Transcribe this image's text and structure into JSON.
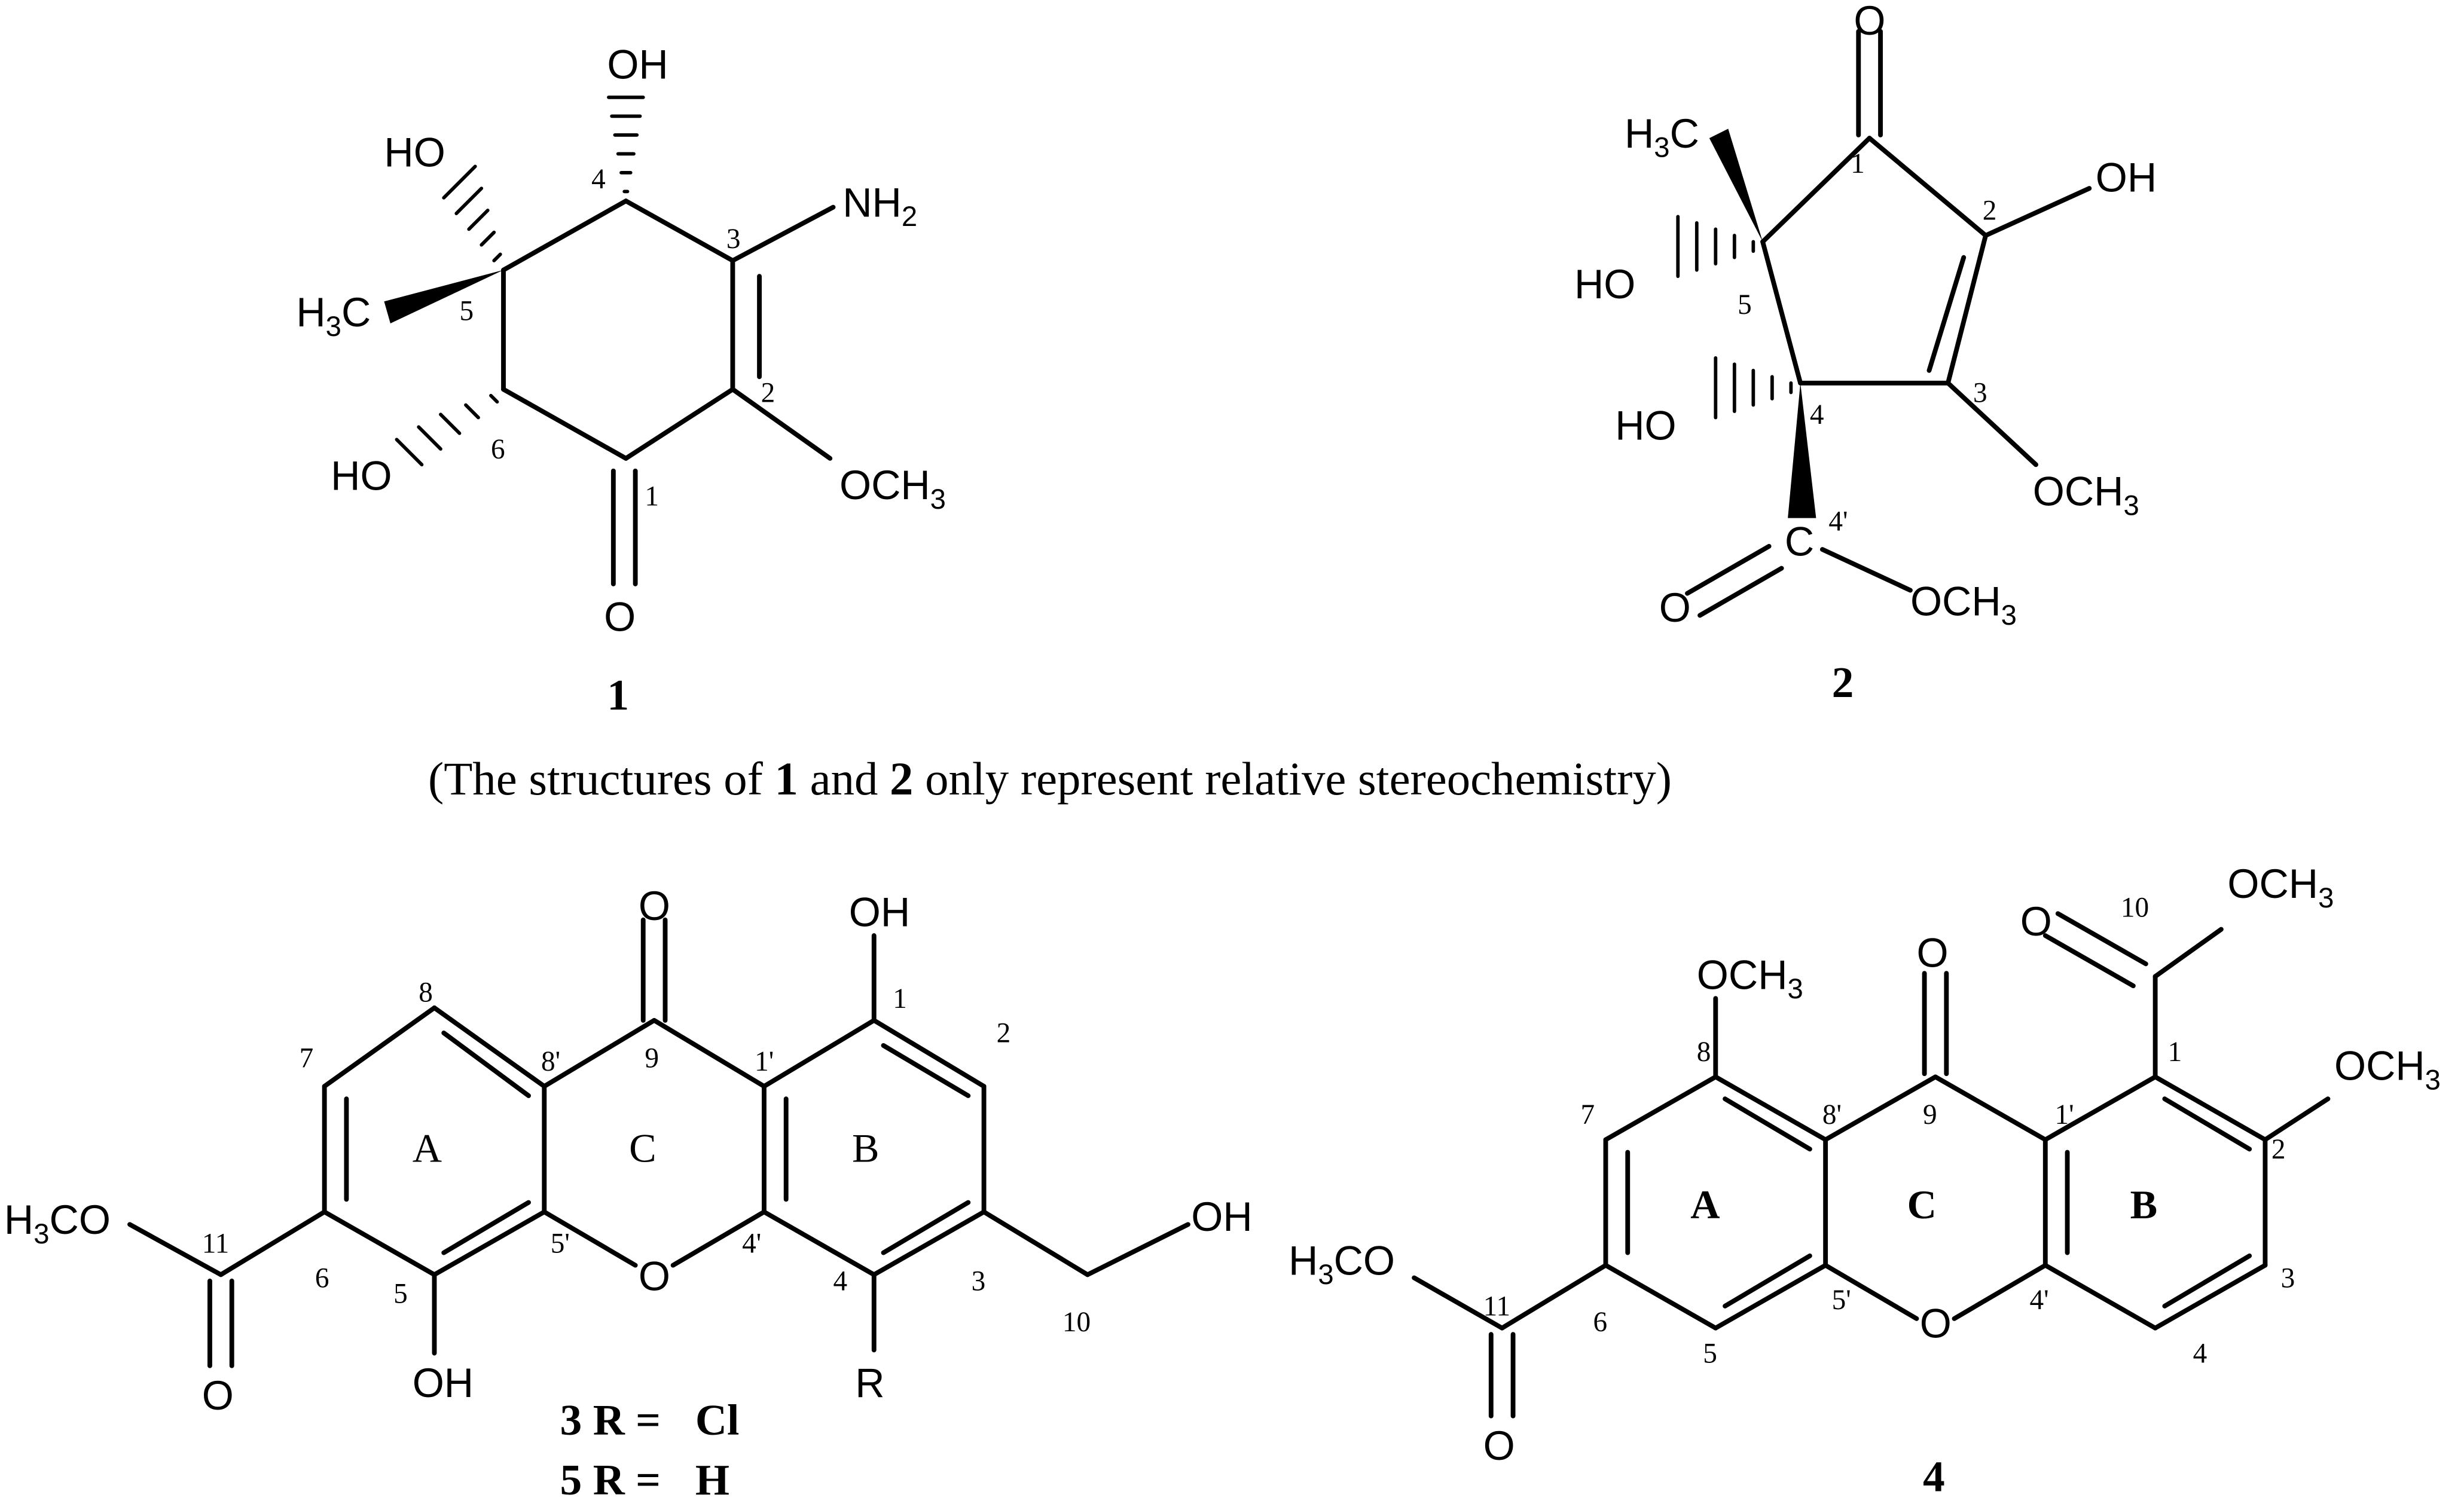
{
  "caption": "(The structures of 1 and 2 only represent relative stereochemistry)",
  "caption_parts": {
    "pre": "(The structures of ",
    "n1": "1",
    "mid": " and ",
    "n2": "2",
    "post": " only represent relative stereochemistry)"
  },
  "compound1": {
    "label": "1",
    "groups": {
      "oh_top": "OH",
      "ho_5": "HO",
      "h3c": "H3C",
      "ho_6": "HO",
      "carbonyl_o": "O",
      "nh2": "NH2",
      "och3": "OCH3"
    },
    "atoms": {
      "a1": "1",
      "a2": "2",
      "a3": "3",
      "a4": "4",
      "a5": "5",
      "a6": "6"
    }
  },
  "compound2": {
    "label": "2",
    "groups": {
      "o_top": "O",
      "h3c": "H3C",
      "oh": "OH",
      "ho_5": "HO",
      "ho_4": "HO",
      "och3_ring": "OCH3",
      "c_ester": "C",
      "o_ester": "O",
      "och3_ester": "OCH3"
    },
    "atoms": {
      "a1": "1",
      "a2": "2",
      "a3": "3",
      "a4": "4",
      "a5": "5",
      "a4p": "4'"
    }
  },
  "compound3_5": {
    "groups": {
      "o_top": "O",
      "oh_1": "OH",
      "oh_10": "OH",
      "h3co": "H3CO",
      "o_ester": "O",
      "oh_5": "OH",
      "o_ring": "O",
      "r": "R"
    },
    "atoms": {
      "a1": "1",
      "a2": "2",
      "a3": "3",
      "a4": "4",
      "a5": "5",
      "a6": "6",
      "a7": "7",
      "a8": "8",
      "a9": "9",
      "a10": "10",
      "a11": "11",
      "a1p": "1'",
      "a4p": "4'",
      "a5p": "5'",
      "a8p": "8'"
    },
    "rings": {
      "A": "A",
      "B": "B",
      "C": "C"
    },
    "legend": [
      {
        "num": "3",
        "r": "R =",
        "sub": "Cl"
      },
      {
        "num": "5",
        "r": "R =",
        "sub": "H"
      }
    ]
  },
  "compound4": {
    "label": "4",
    "groups": {
      "och3_8": "OCH3",
      "o_top": "O",
      "o_10": "O",
      "och3_10": "OCH3",
      "och3_2": "OCH3",
      "h3co": "H3CO",
      "o_ester": "O",
      "o_ring": "O"
    },
    "atoms": {
      "a1": "1",
      "a2": "2",
      "a3": "3",
      "a4": "4",
      "a5": "5",
      "a6": "6",
      "a7": "7",
      "a8": "8",
      "a9": "9",
      "a10": "10",
      "a11": "11",
      "a1p": "1'",
      "a4p": "4'",
      "a5p": "5'",
      "a8p": "8'"
    },
    "rings": {
      "A": "A",
      "B": "B",
      "C": "C"
    }
  }
}
